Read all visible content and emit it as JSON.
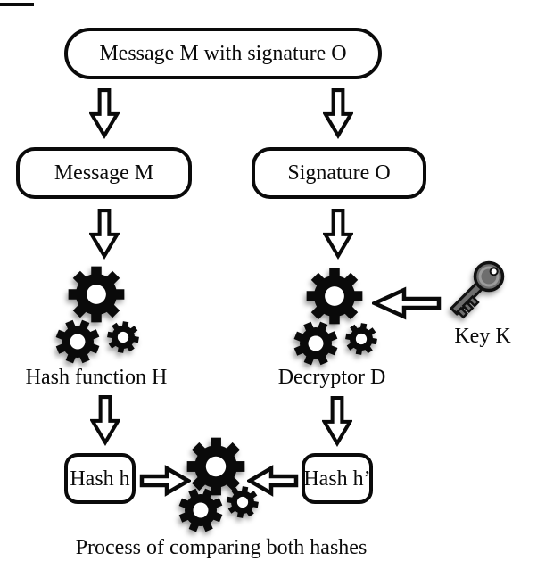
{
  "diagram": {
    "nodes": {
      "title": "Message M with signature O",
      "message": "Message M",
      "signature": "Signature O",
      "hash_h": "Hash h",
      "hash_h_prime": "Hash h’"
    },
    "labels": {
      "hash_function": "Hash function H",
      "decryptor": "Decryptor D",
      "key": "Key K",
      "caption": "Process of comparing both hashes"
    },
    "icons": {
      "gear_cluster": "three-gears",
      "key": "key",
      "arrow_down": "hollow-down-arrow",
      "arrow_right": "hollow-right-arrow",
      "arrow_left": "hollow-left-arrow"
    },
    "colors": {
      "line": "#0a0a0a",
      "background": "#ffffff",
      "key_fill": "#6e6e6e",
      "key_highlight": "#9c9c9c"
    }
  }
}
